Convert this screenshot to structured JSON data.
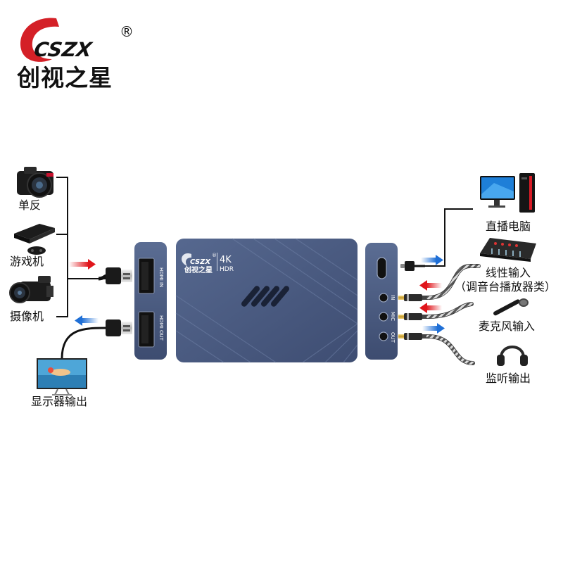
{
  "brand": {
    "logo_mark": "CSZX",
    "registered": "®",
    "name": "创视之星"
  },
  "device": {
    "logo_mark": "CSZX",
    "registered": "®",
    "name": "创视之星",
    "badge_top": "4K",
    "badge_bottom": "HDR",
    "left_ports": [
      "HDMI IN",
      "HDMI OUT"
    ],
    "right_ports": [
      "IN",
      "MIC",
      "OUT"
    ]
  },
  "inputs_left": [
    {
      "label": "单反",
      "icon": "dslr-camera-icon"
    },
    {
      "label": "游戏机",
      "icon": "game-console-icon"
    },
    {
      "label": "摄像机",
      "icon": "camcorder-icon"
    }
  ],
  "output_left": {
    "label": "显示器输出",
    "icon": "monitor-icon"
  },
  "right_items": [
    {
      "label": "直播电脑",
      "icon": "desktop-pc-icon"
    },
    {
      "label": "线性输入",
      "sublabel": "（调音台播放器类）",
      "icon": "mixer-icon"
    },
    {
      "label": "麦克风输入",
      "icon": "microphone-icon"
    },
    {
      "label": "监听输出",
      "icon": "headphones-icon"
    }
  ],
  "colors": {
    "device_blue": "#4a5c82",
    "device_dark": "#39486a",
    "logo_red": "#d42027",
    "arrow_red": "#e0151b",
    "arrow_blue": "#1f6fd6"
  }
}
